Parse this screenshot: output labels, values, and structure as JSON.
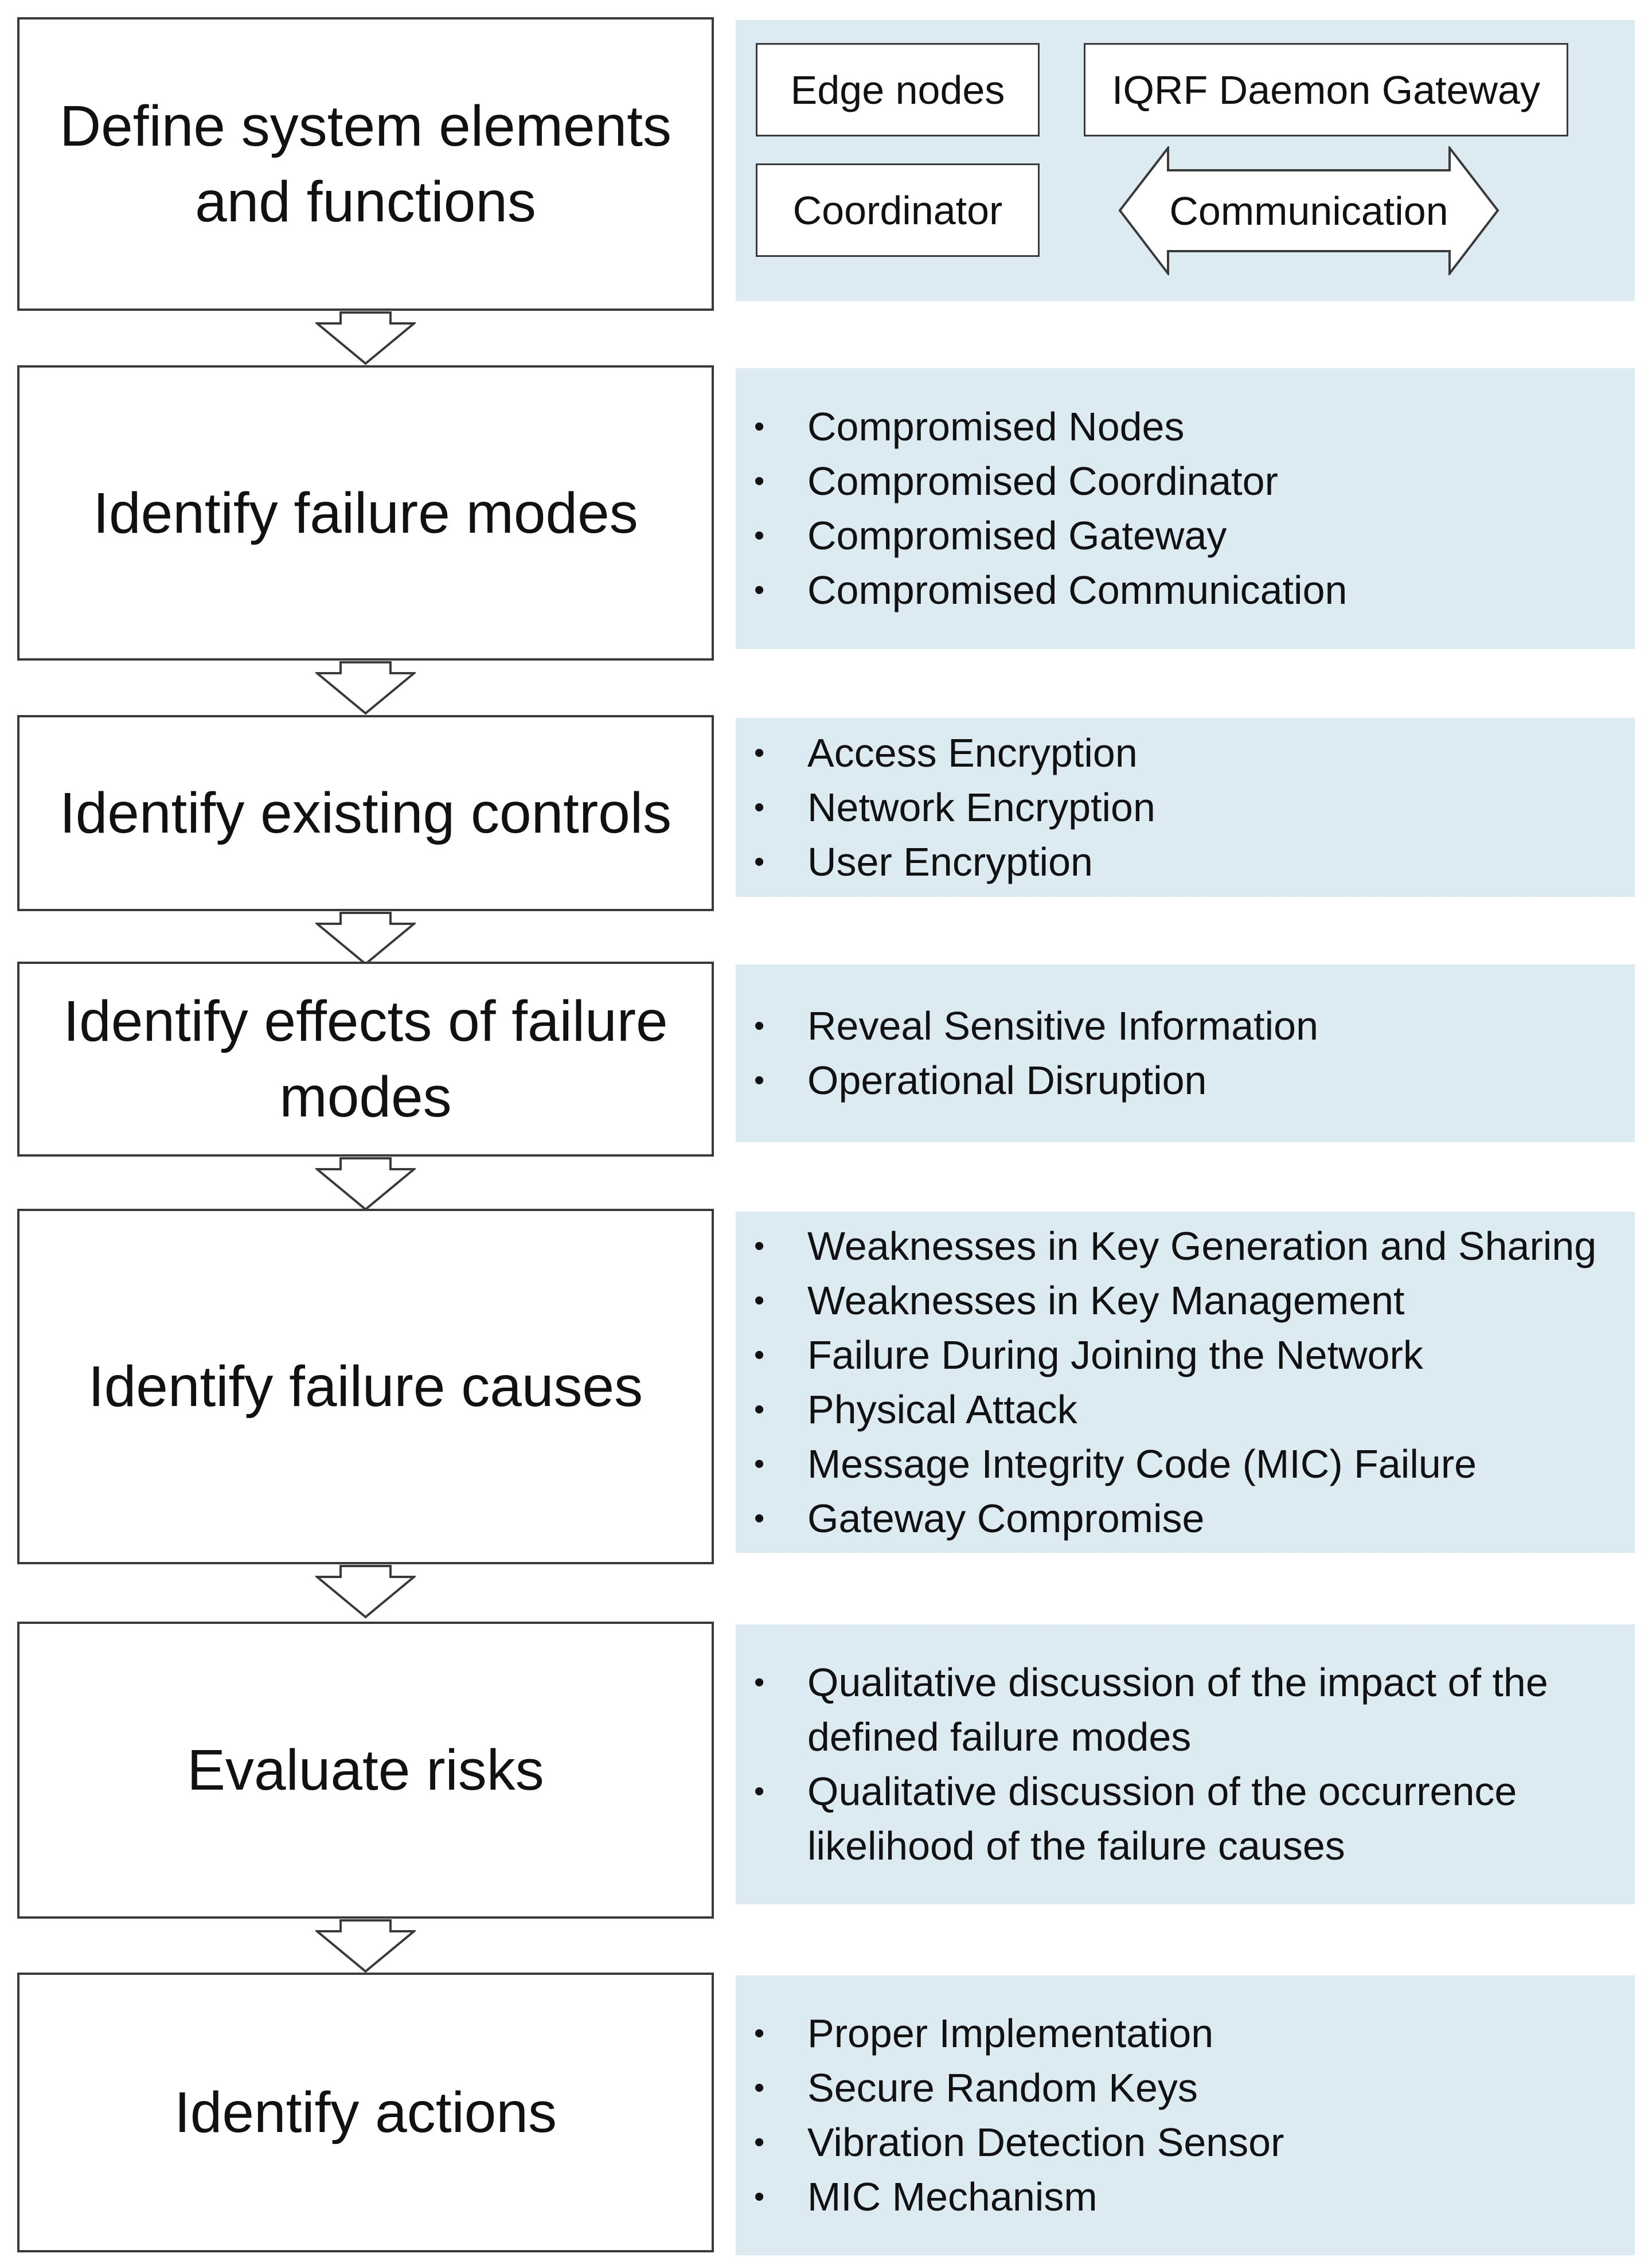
{
  "steps": [
    {
      "id": "define",
      "title": "Define system elements and functions"
    },
    {
      "id": "failure-modes",
      "title": "Identify failure modes",
      "items": [
        "Compromised Nodes",
        "Compromised Coordinator",
        "Compromised Gateway",
        "Compromised Communication"
      ]
    },
    {
      "id": "controls",
      "title": "Identify existing controls",
      "items": [
        "Access Encryption",
        "Network Encryption",
        "User Encryption"
      ]
    },
    {
      "id": "effects",
      "title": "Identify effects of failure modes",
      "items": [
        "Reveal Sensitive Information",
        "Operational Disruption"
      ]
    },
    {
      "id": "causes",
      "title": "Identify failure causes",
      "items": [
        "Weaknesses in Key Generation and Sharing",
        "Weaknesses in Key Management",
        "Failure During Joining the Network",
        "Physical Attack",
        "Message Integrity Code (MIC) Failure",
        "Gateway Compromise"
      ]
    },
    {
      "id": "risks",
      "title": "Evaluate risks",
      "items": [
        "Qualitative discussion of the impact of the defined failure modes",
        "Qualitative discussion of the occurrence likelihood of the failure causes"
      ]
    },
    {
      "id": "actions",
      "title": "Identify actions",
      "items": [
        "Proper Implementation",
        "Secure Random Keys",
        "Vibration Detection Sensor",
        "MIC Mechanism"
      ]
    }
  ],
  "system_elements": {
    "edge_nodes": "Edge nodes",
    "gateway": "IQRF Daemon Gateway",
    "coordinator": "Coordinator",
    "communication": "Communication"
  },
  "bullet_symbol": "•",
  "colors": {
    "panel_fill": "#dbebf1",
    "box_border": "#3a3a3a",
    "text": "#111111"
  }
}
